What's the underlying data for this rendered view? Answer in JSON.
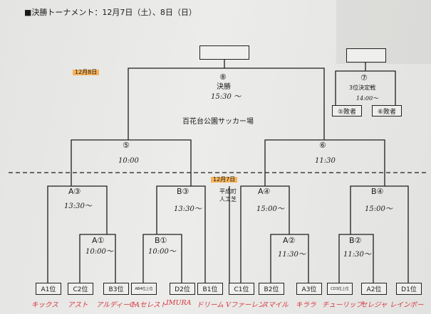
{
  "header": {
    "title": "■決勝トーナメント：12月7日（土）、8日（日）"
  },
  "date_tags": {
    "day2": "12月8日",
    "day1": "12月7日"
  },
  "final": {
    "number": "⑧",
    "label": "決勝",
    "time": "15:30 ～"
  },
  "third_place": {
    "number": "⑦",
    "label": "3位決定戦",
    "time": "14:00～",
    "loser_a": "⑤敗者",
    "loser_b": "⑥敗者"
  },
  "venue_main": "百花台公園サッカー場",
  "venue_sub": {
    "line1": "平成町",
    "line2": "人工芝"
  },
  "semis": [
    {
      "number": "⑤",
      "time": "10:00"
    },
    {
      "number": "⑥",
      "time": "11:30"
    }
  ],
  "quarters": [
    {
      "number": "A③",
      "time": "13:30～"
    },
    {
      "number": "B③",
      "time": "13:30～"
    },
    {
      "number": "A④",
      "time": "15:00～"
    },
    {
      "number": "B④",
      "time": "15:00～"
    }
  ],
  "firsts": [
    {
      "number": "A①",
      "time": "10:00～"
    },
    {
      "number": "B①",
      "time": "10:00～"
    },
    {
      "number": "A②",
      "time": "11:30～"
    },
    {
      "number": "B②",
      "time": "11:30～"
    }
  ],
  "seeds": [
    "A1位",
    "C2位",
    "B3位",
    "AB4位上位",
    "D2位",
    "B1位",
    "C1位",
    "B2位",
    "A3位",
    "CD3位上位",
    "A2位",
    "D1位"
  ],
  "teams": [
    "キックス",
    "アスト",
    "アルディート",
    "CAセレスト",
    "IMURA",
    "ドリーム",
    "Vファーレン",
    "スマイル",
    "キララ",
    "チューリップ",
    "セレジャ",
    "レインボー"
  ]
}
